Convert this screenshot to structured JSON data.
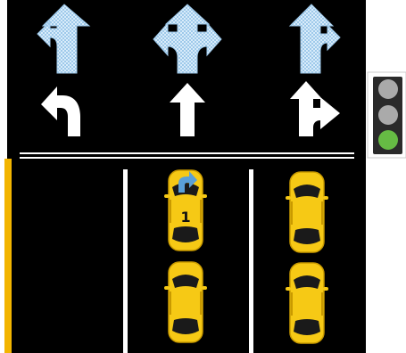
{
  "scene": {
    "colors": {
      "road": "#000000",
      "lane_line": "#ffffff",
      "curb": "#f2b400",
      "car_body": "#f6c915",
      "car_glass": "#1a1a1a",
      "turn_arrow": "#5aa0d8",
      "signal_housing": "#2a2a2a",
      "signal_off": "#aaaaaa",
      "signal_green": "#66bb44",
      "direction_sign": "#9ec9ea"
    },
    "direction_signs": [
      {
        "lane": 1,
        "icon": "left-straight-arrow-icon"
      },
      {
        "lane": 2,
        "icon": "left-straight-right-arrow-icon"
      },
      {
        "lane": 3,
        "icon": "straight-right-arrow-icon"
      }
    ],
    "lane_markings": [
      {
        "lane": 1,
        "icon": "left-turn-arrow-icon"
      },
      {
        "lane": 2,
        "icon": "straight-arrow-icon"
      },
      {
        "lane": 3,
        "icon": "straight-right-arrow-icon"
      }
    ],
    "traffic_light": {
      "active": "green"
    },
    "cars": [
      {
        "lane": 2,
        "position": 1,
        "label": "1",
        "turn_signal": "right"
      },
      {
        "lane": 2,
        "position": 2,
        "label": "",
        "turn_signal": ""
      },
      {
        "lane": 3,
        "position": 1,
        "label": "",
        "turn_signal": ""
      },
      {
        "lane": 3,
        "position": 2,
        "label": "",
        "turn_signal": ""
      }
    ]
  }
}
